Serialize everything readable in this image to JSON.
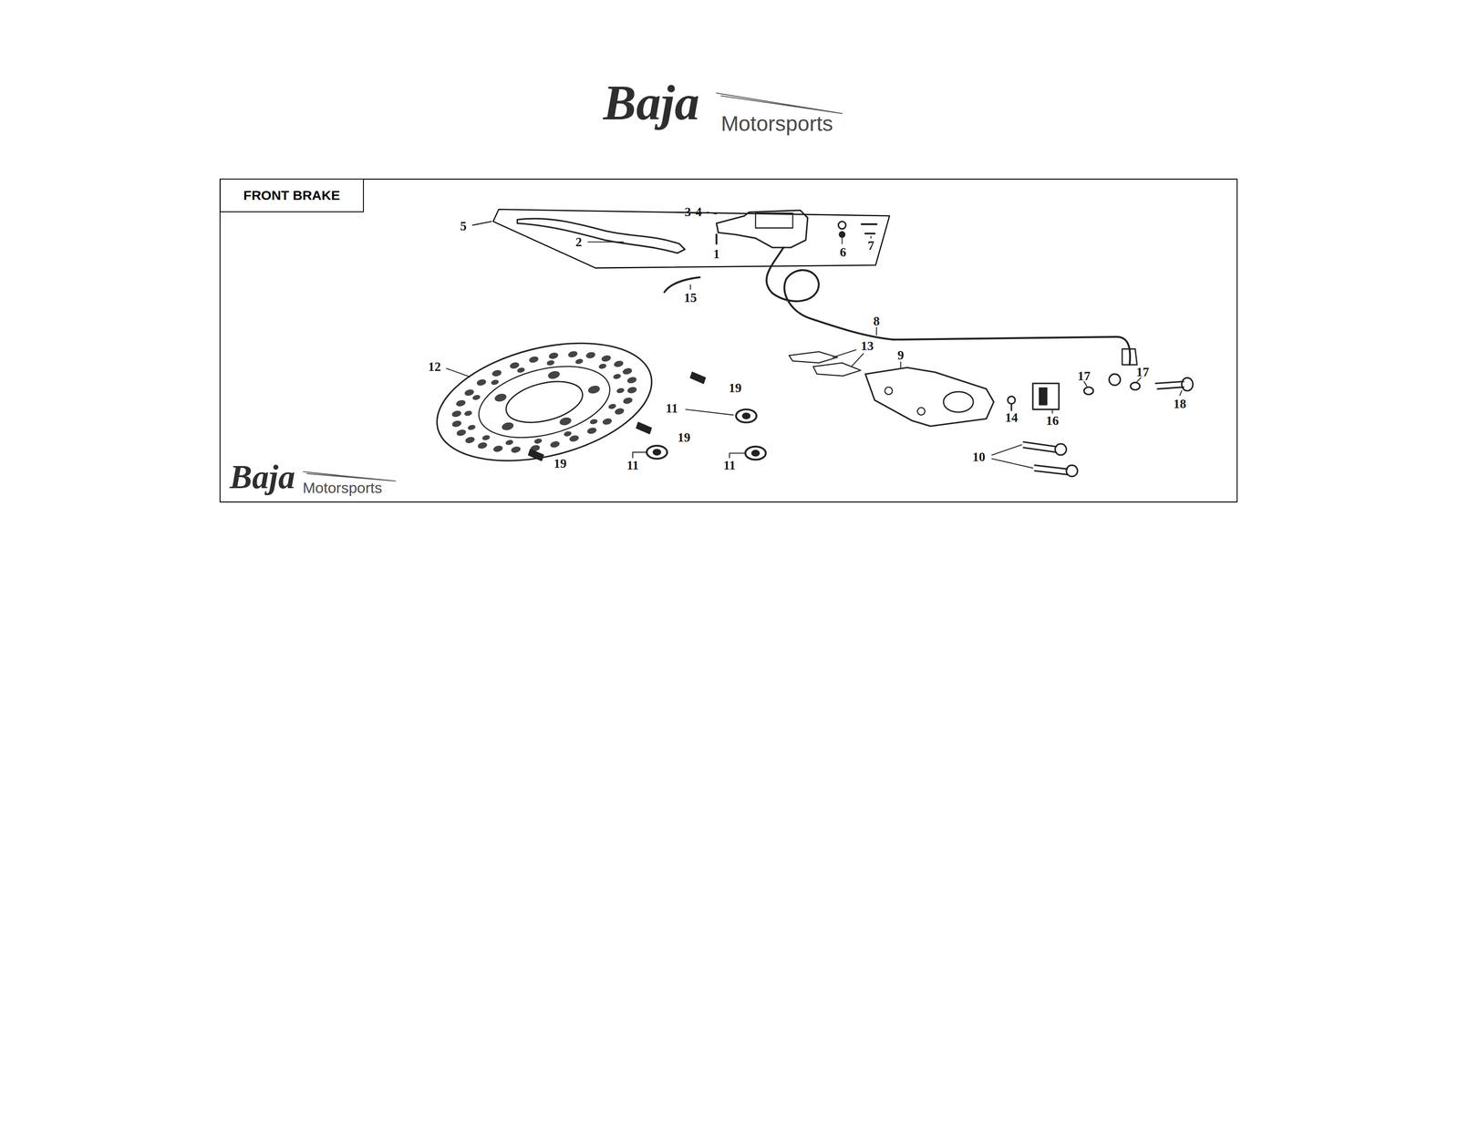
{
  "diagram": {
    "nodes": [
      {
        "text": [
          "FRONT BRAKE"
        ]
      }
    ],
    "labels": [
      "Baja",
      "Motorsports",
      "5",
      "3-4",
      "2",
      "1",
      "6",
      "7",
      "15",
      "8",
      "13",
      "9",
      "12",
      "17",
      "17",
      "19",
      "18",
      "11",
      "14",
      "16",
      "19",
      "10",
      "19",
      "11",
      "11",
      "Baja",
      "Motorsports"
    ]
  }
}
